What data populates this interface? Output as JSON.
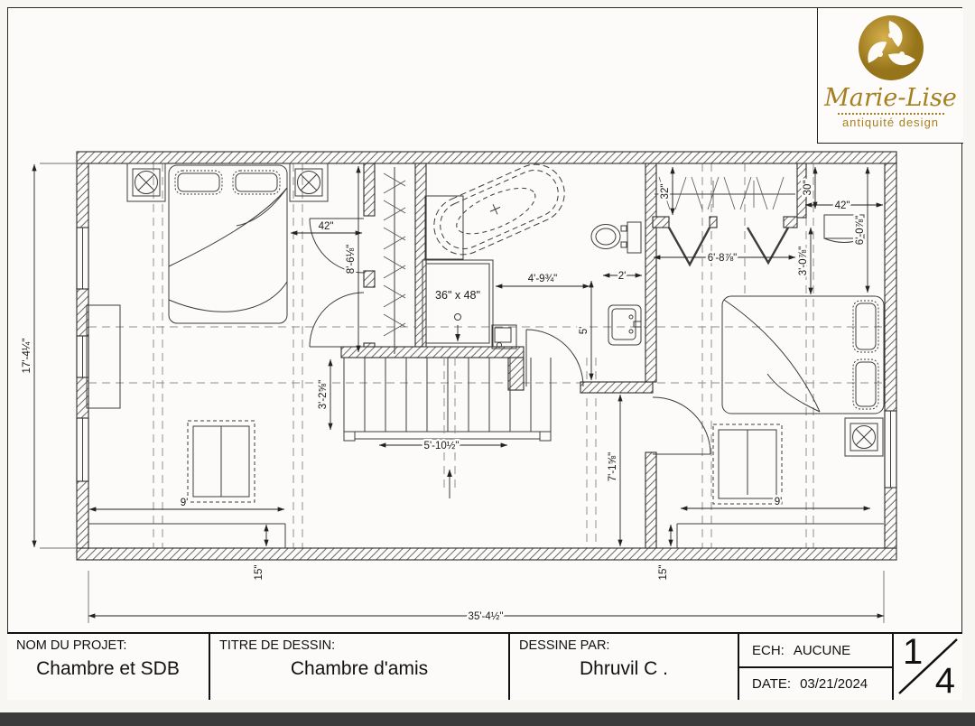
{
  "logo": {
    "name": "Marie-Lise",
    "tagline": "antiquité design"
  },
  "title_block": {
    "project_label": "NOM DU PROJET:",
    "project_value": "Chambre et SDB",
    "drawing_label": "TITRE DE DESSIN:",
    "drawing_value": "Chambre d'amis",
    "author_label": "DESSINE PAR:",
    "author_value": "Dhruvil C .",
    "scale_label": "ECH:",
    "scale_value": "AUCUNE",
    "date_label": "DATE:",
    "date_value": "03/21/2024",
    "page_number": "1",
    "page_total": "4"
  },
  "plan": {
    "dims": {
      "door_left": "42\"",
      "hall_height": "8'-6⅛\"",
      "shower_size": "36\" x 48\"",
      "bath_width": "4'-9¾\"",
      "vanity_width": "2'",
      "vanity_depth": "5'",
      "closet_depth": "32\"",
      "closet_width": "6'-8⅞\"",
      "desk_depth": "30\"",
      "desk_width": "42\"",
      "nook_height": "6'-0⅞\"",
      "nook_gap": "3'-0⅞\"",
      "stair_width": "3'-2⅝\"",
      "stair_length": "5'-10½\"",
      "door_offset": "7'-1⅝\"",
      "bench_left_length": "9'",
      "bench_left_depth": "15\"",
      "bench_right_length": "9'",
      "bench_right_depth": "15\"",
      "overall_height": "17'-4¼\"",
      "overall_width": "35'-4½\""
    }
  }
}
